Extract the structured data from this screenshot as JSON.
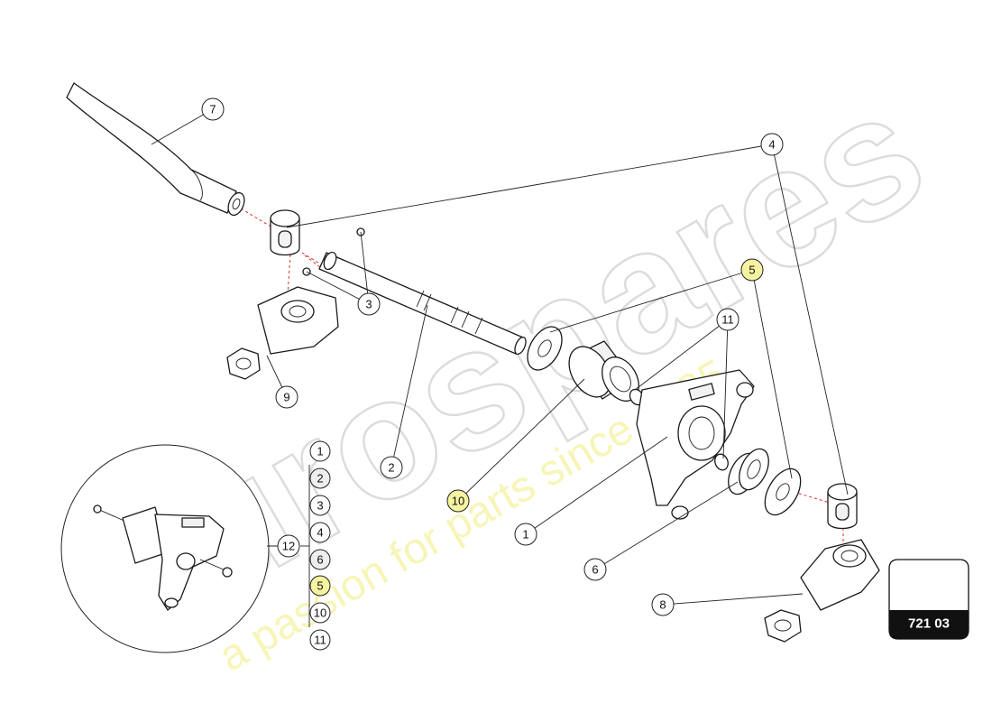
{
  "diagram": {
    "callouts": [
      {
        "id": "c1",
        "label": "1"
      },
      {
        "id": "c2",
        "label": "2"
      },
      {
        "id": "c3",
        "label": "3"
      },
      {
        "id": "c4",
        "label": "4"
      },
      {
        "id": "c5",
        "label": "5"
      },
      {
        "id": "c6",
        "label": "6"
      },
      {
        "id": "c7",
        "label": "7"
      },
      {
        "id": "c8",
        "label": "8"
      },
      {
        "id": "c9",
        "label": "9"
      },
      {
        "id": "c10",
        "label": "10"
      },
      {
        "id": "c11",
        "label": "11"
      },
      {
        "id": "c12",
        "label": "12"
      }
    ],
    "kit_list": [
      "1",
      "2",
      "3",
      "4",
      "6",
      "5",
      "10",
      "11"
    ],
    "highlight_color": "#f5f3a0",
    "leader_dash_color": "#e0302a"
  },
  "watermark": {
    "brand": "eurospares",
    "tagline": "a passion for parts since 1985"
  },
  "badge": {
    "code": "721 03"
  }
}
